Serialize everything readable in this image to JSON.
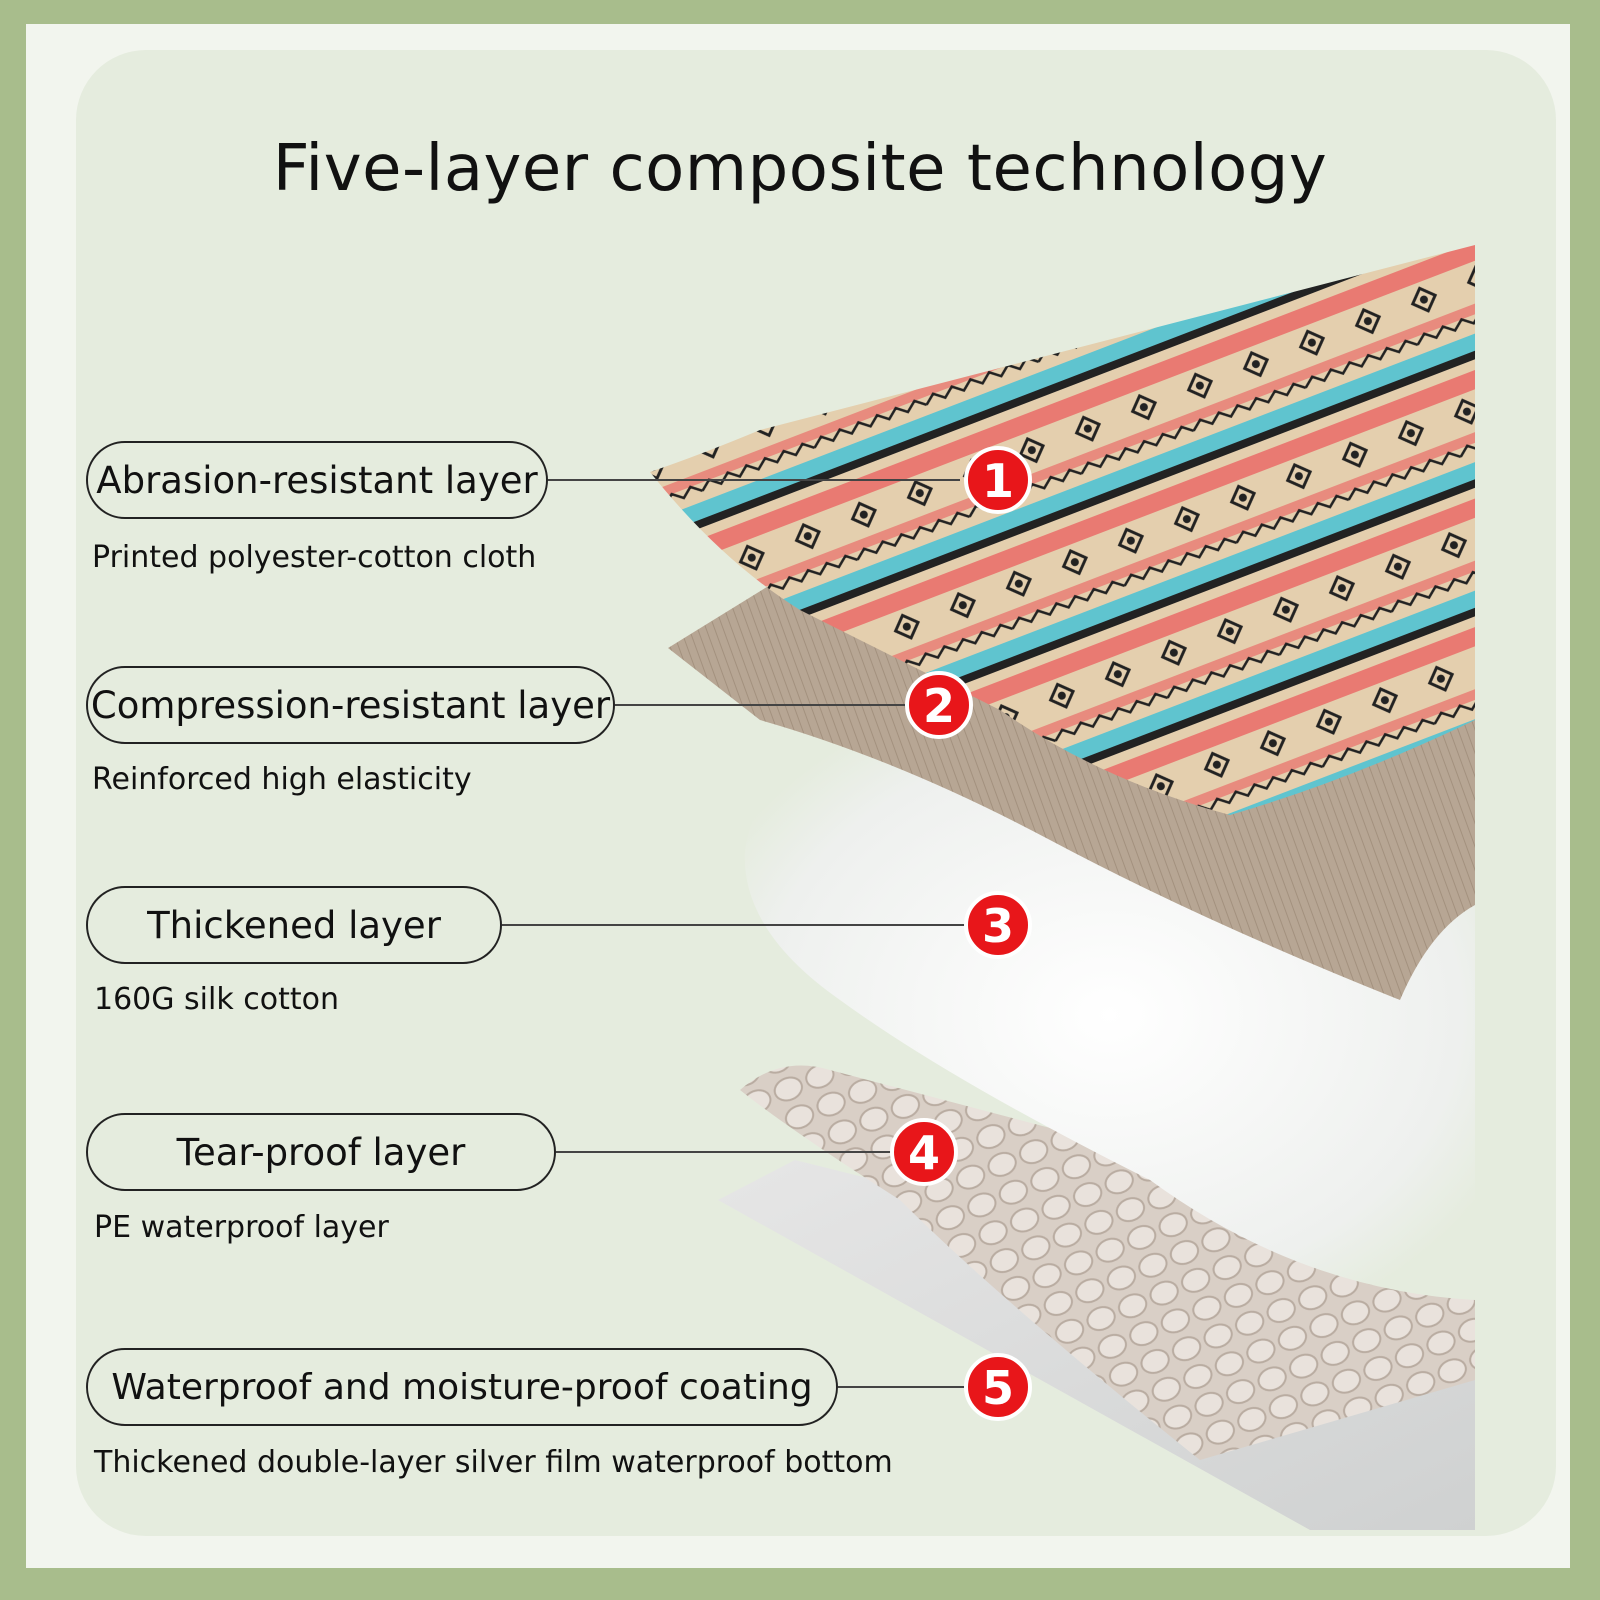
{
  "title": "Five-layer composite technology",
  "layers": [
    {
      "number": "1",
      "name": "Abrasion-resistant layer",
      "description": "Printed polyester-cotton cloth"
    },
    {
      "number": "2",
      "name": "Compression-resistant layer",
      "description": "Reinforced high elasticity"
    },
    {
      "number": "3",
      "name": "Thickened layer",
      "description": "160G silk cotton"
    },
    {
      "number": "4",
      "name": "Tear-proof layer",
      "description": "PE waterproof layer"
    },
    {
      "number": "5",
      "name": "Waterproof and moisture-proof coating",
      "description": "Thickened double-layer silver film waterproof bottom"
    }
  ],
  "colors": {
    "outer_border": "#a8bd8c",
    "panel": "#e5ecde",
    "badge": "#e8161a",
    "pattern_beige": "#e4cfae",
    "pattern_teal": "#5fc4cf",
    "pattern_coral": "#e97a72",
    "pattern_tan": "#b5a490"
  }
}
